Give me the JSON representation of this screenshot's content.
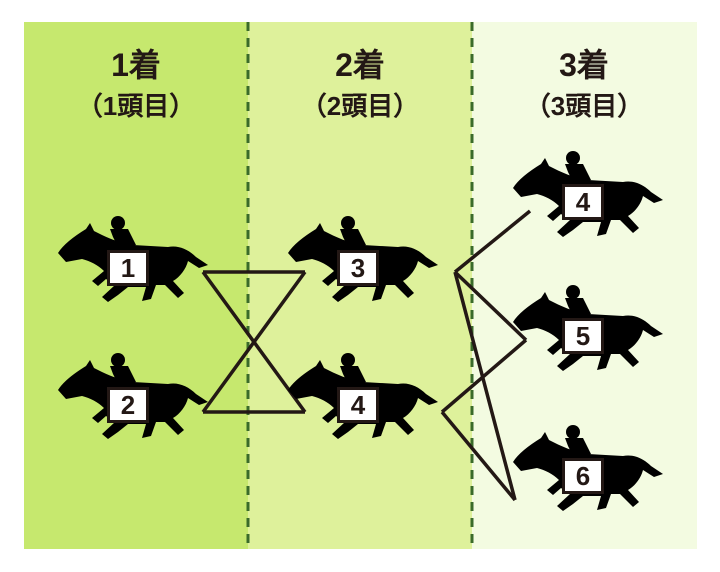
{
  "colors": {
    "col1": "#c6e86e",
    "col2": "#def19b",
    "col3": "#f3fbe1",
    "divider": "#3a6b2a",
    "line": "#231815"
  },
  "columns": [
    {
      "place": "1着",
      "count": "（1頭目）",
      "horses": [
        "1",
        "2"
      ]
    },
    {
      "place": "2着",
      "count": "（2頭目）",
      "horses": [
        "3",
        "4"
      ]
    },
    {
      "place": "3着",
      "count": "（3頭目）",
      "horses": [
        "4",
        "5",
        "6"
      ]
    }
  ]
}
